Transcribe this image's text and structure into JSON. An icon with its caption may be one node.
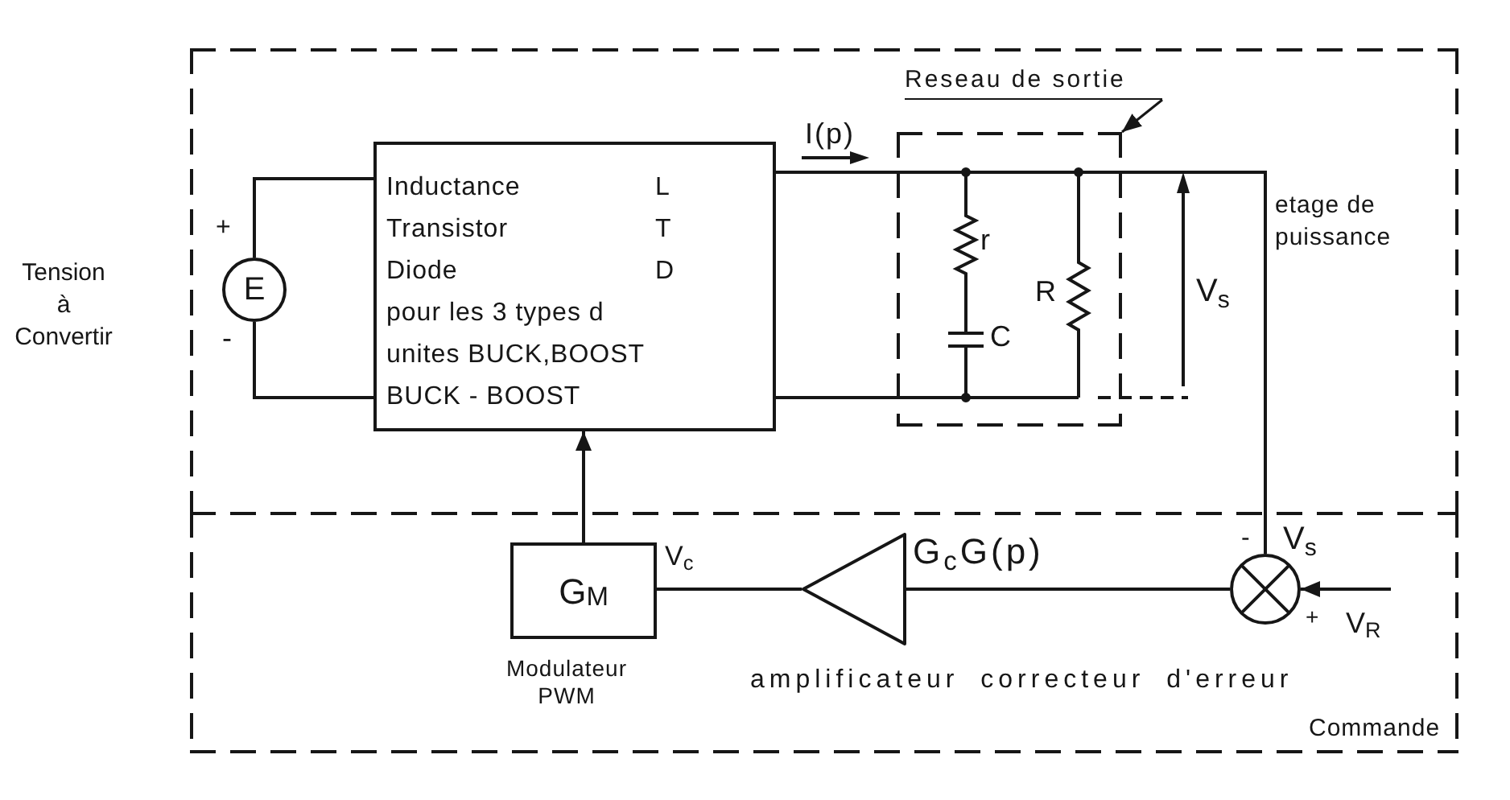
{
  "diagram": {
    "nodes": [
      {
        "text": [
          "etage de puissance"
        ]
      },
      {
        "text": [
          "Commande"
        ]
      },
      {
        "text": [
          "E"
        ],
        "in": 0,
        "beside": [
          "+",
          "-"
        ]
      },
      {
        "text": [
          "Inductance",
          "L",
          "Transistor",
          "T",
          "Diode",
          "D",
          "pour les 3 types d unites BUCK,BOOST BUCK - BOOST"
        ],
        "in": 0
      },
      {
        "text": [],
        "shape": "box",
        "in": 0
      },
      {
        "text": [
          "Reseau de sortie"
        ],
        "in": 0
      },
      {
        "text": [
          "G$_{M}$"
        ],
        "in": 1,
        "beside": [
          "Modulateur PWM"
        ]
      },
      {
        "text": [],
        "shape": "triangle",
        "in": 1,
        "beside": [
          "G$_{c}$G(p)",
          "amplificateur correcteur d'erreur"
        ]
      },
      {
        "text": [],
        "shape": "circle",
        "in": 1,
        "beside": [
          "-",
          "V$_{s}$",
          "+"
        ]
      }
    ],
    "edges": [
      {
        "from": 2,
        "to": 3,
        "arrow": "none"
      },
      {
        "from": 2,
        "to": 3,
        "arrow": "none"
      },
      {
        "from": 3,
        "to": 4,
        "arrow": "none"
      },
      {
        "from": 3,
        "to": 4,
        "arrow": "none"
      },
      {
        "from": 4,
        "to": 8,
        "arrow": "none"
      },
      {
        "from": 5,
        "to": 4,
        "arrow": "to"
      },
      {
        "from": 6,
        "to": 3,
        "arrow": "to"
      },
      {
        "from": 7,
        "to": 6,
        "arrow": "none"
      },
      {
        "from": 8,
        "to": 7,
        "arrow": "none"
      },
      {
        "from": null,
        "to": 8,
        "arrow": "to"
      }
    ],
    "labels": [
      "I(p)",
      "Tension à Convertir",
      "r",
      "R",
      "V$_{s}$",
      "C",
      "V$_{c}$",
      "V$_{R}$"
    ]
  }
}
